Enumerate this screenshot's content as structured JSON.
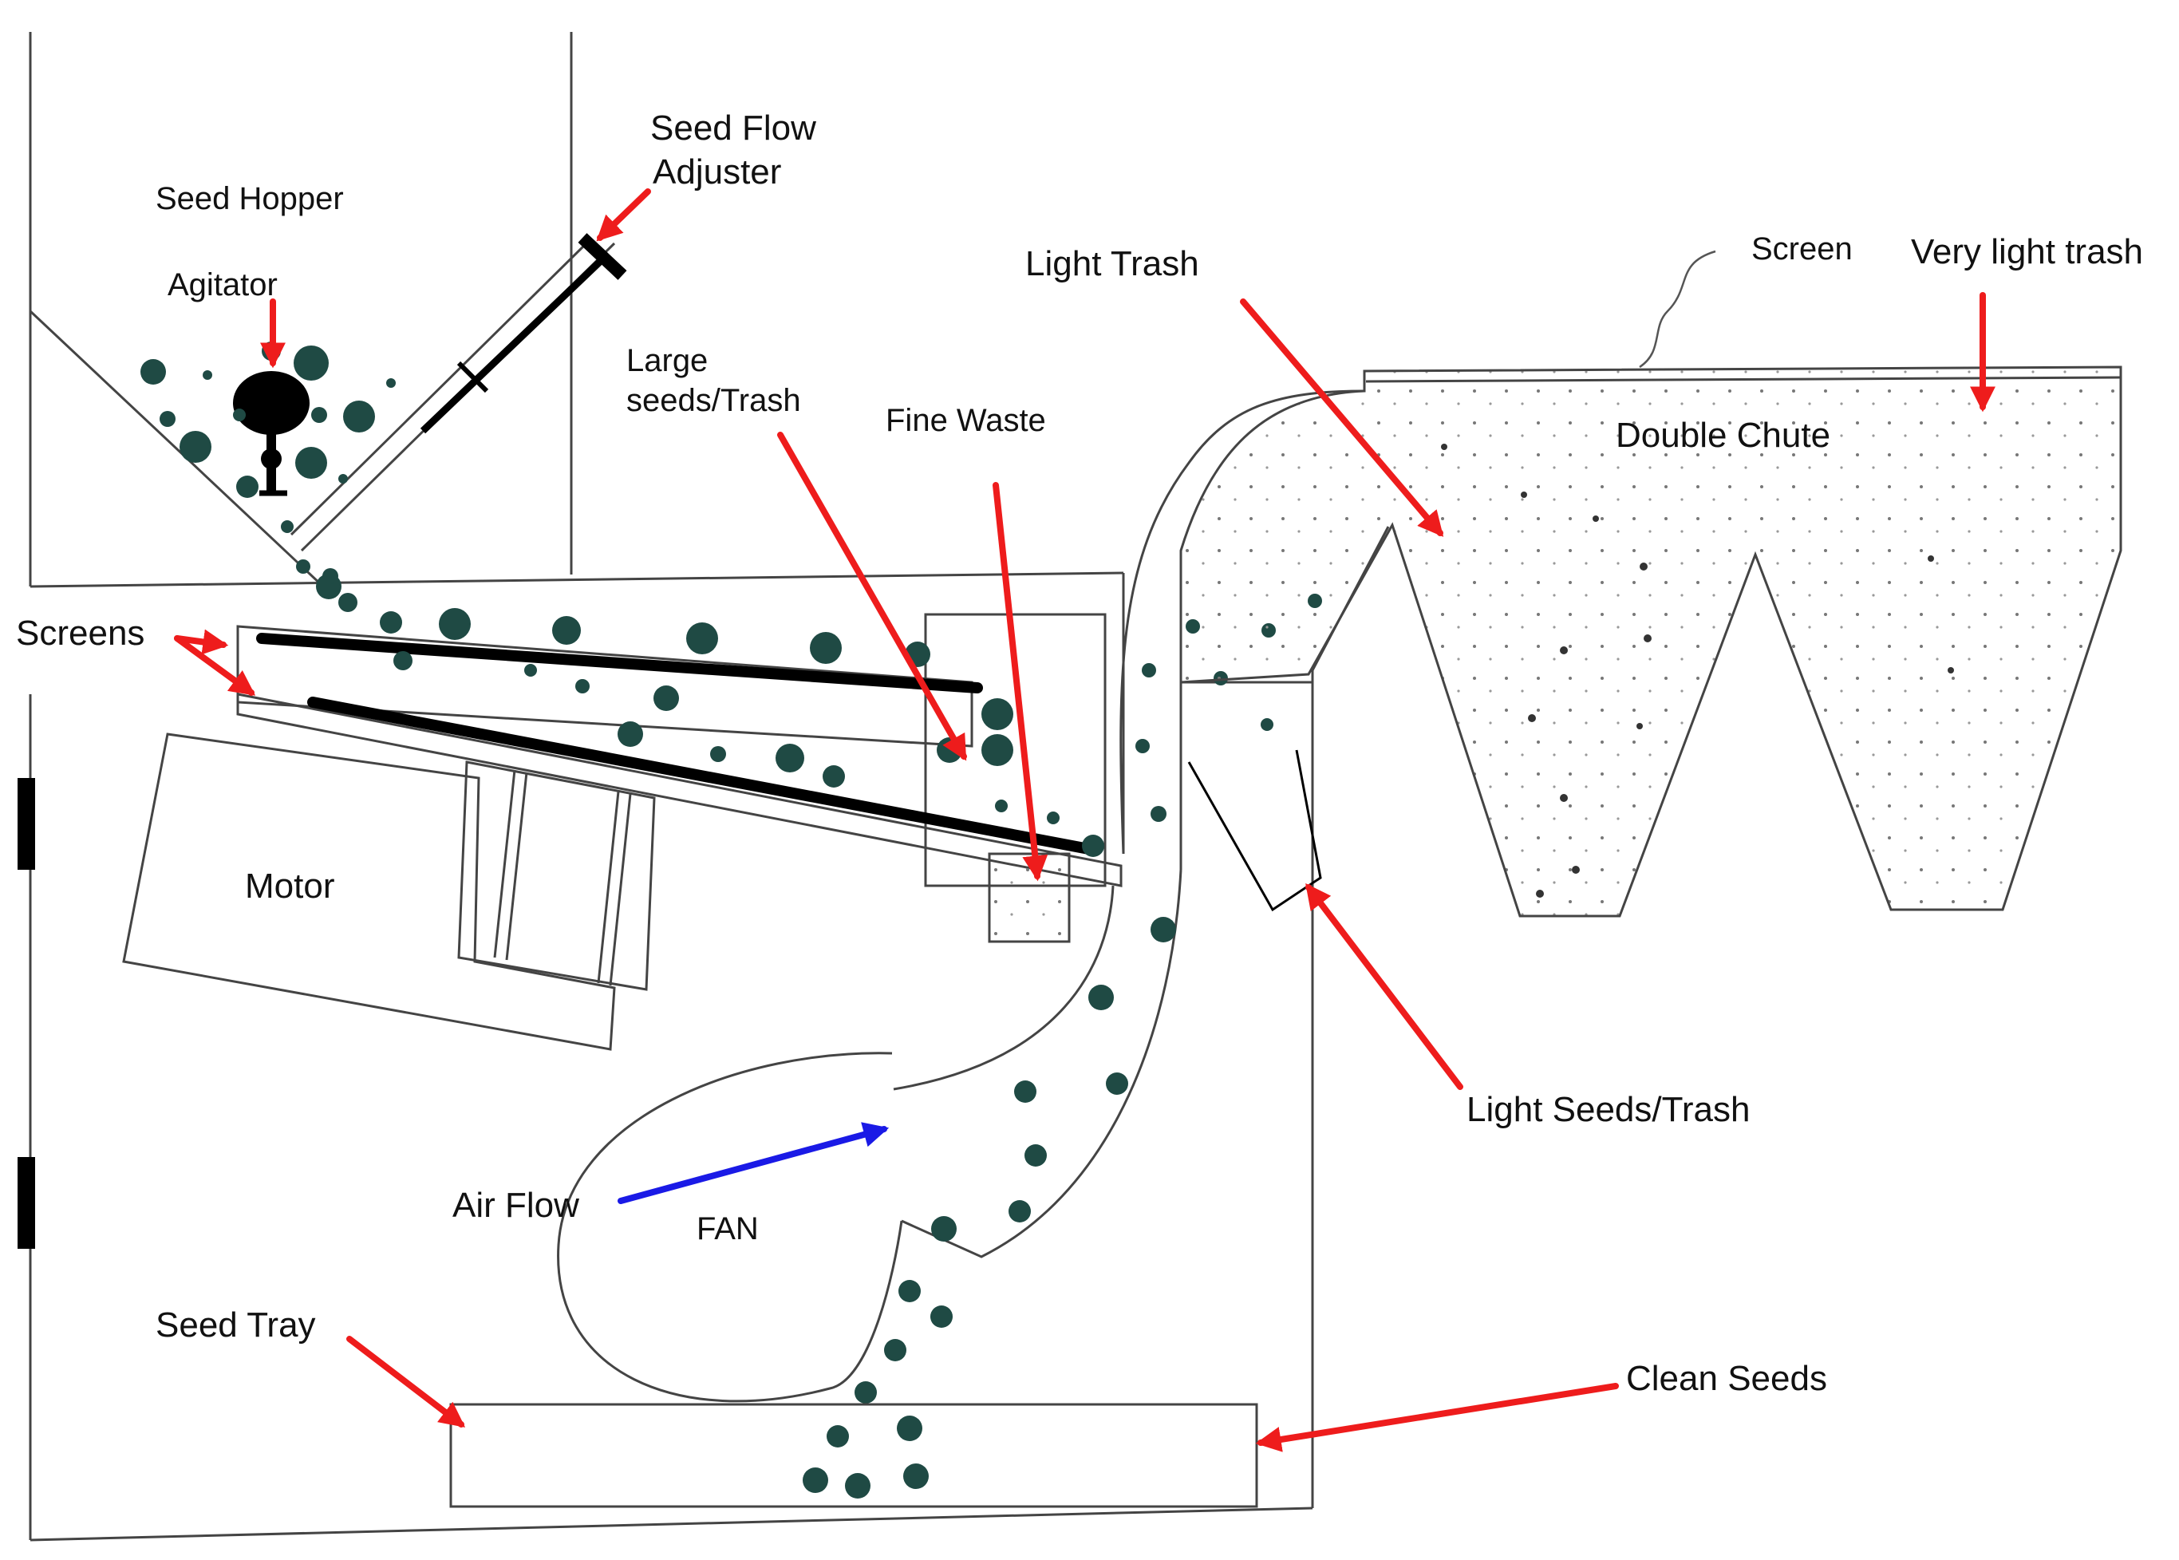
{
  "labels": {
    "seed_hopper": "Seed  Hopper",
    "agitator": "Agitator",
    "seed_flow_adjuster_line1": "Seed Flow",
    "seed_flow_adjuster_line2": "Adjuster",
    "light_trash": "Light Trash",
    "screen": "Screen",
    "very_light_trash": "Very light trash",
    "large_seeds_trash_line1": "Large",
    "large_seeds_trash_line2": "seeds/Trash",
    "fine_waste": "Fine Waste",
    "double_chute": "Double Chute",
    "screens": "Screens",
    "motor": "Motor",
    "light_seeds_trash": "Light Seeds/Trash",
    "air_flow": "Air Flow",
    "fan": "FAN",
    "seed_tray": "Seed Tray",
    "clean_seeds": "Clean Seeds"
  },
  "colors": {
    "annotation_arrow": "#ee1c1c",
    "air_flow_arrow": "#1a1ae6",
    "seed": "#1f4a44",
    "outline": "#444444"
  }
}
